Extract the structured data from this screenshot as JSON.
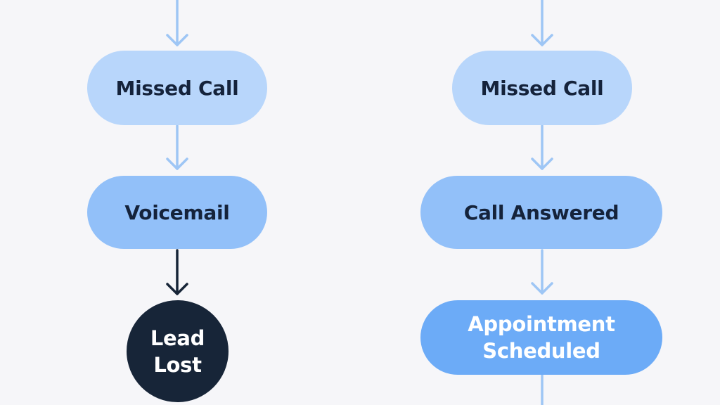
{
  "colors": {
    "background": "#f6f6f9",
    "arrow_light": "#9ec6f5",
    "arrow_dark": "#172538",
    "pill_light": "#b8d6fb",
    "pill_mid": "#92c0f9",
    "pill_strong": "#6cabf7",
    "terminal_dark": "#172538",
    "text_dark": "#15233b",
    "text_light": "#ffffff"
  },
  "left_flow": {
    "missed_call": "Missed Call",
    "voicemail": "Voicemail",
    "lead_lost_line1": "Lead",
    "lead_lost_line2": "Lost"
  },
  "right_flow": {
    "missed_call": "Missed Call",
    "call_answered": "Call Answered",
    "appointment_line1": "Appointment",
    "appointment_line2": "Scheduled"
  }
}
